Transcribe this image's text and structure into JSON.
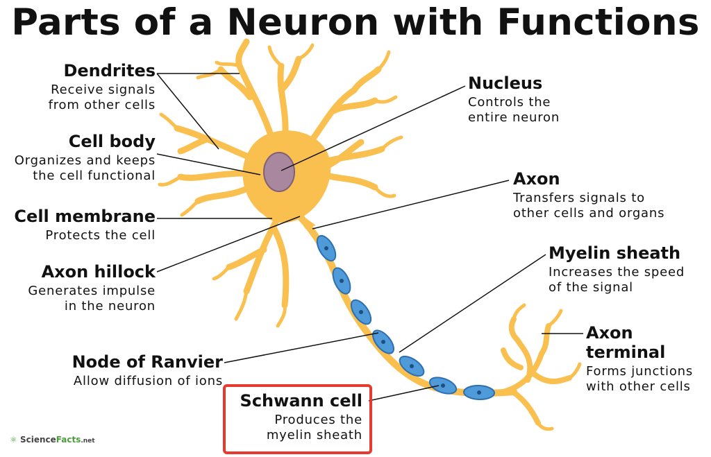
{
  "title": "Parts of a Neuron with Functions",
  "labels": {
    "dendrites": {
      "name": "Dendrites",
      "desc1": "Receive signals",
      "desc2": "from other cells"
    },
    "cell_body": {
      "name": "Cell body",
      "desc1": "Organizes and keeps",
      "desc2": "the cell functional"
    },
    "cell_membrane": {
      "name": "Cell membrane",
      "desc1": "Protects the cell"
    },
    "axon_hillock": {
      "name": "Axon hillock",
      "desc1": "Generates impulse",
      "desc2": "in the neuron"
    },
    "node_of_ranvier": {
      "name": "Node of Ranvier",
      "desc1": "Allow diffusion of ions"
    },
    "schwann_cell": {
      "name": "Schwann cell",
      "desc1": "Produces the",
      "desc2": "myelin sheath"
    },
    "nucleus": {
      "name": "Nucleus",
      "desc1": "Controls the",
      "desc2": "entire neuron"
    },
    "axon": {
      "name": "Axon",
      "desc1": "Transfers signals to",
      "desc2": "other cells and organs"
    },
    "myelin_sheath": {
      "name": "Myelin sheath",
      "desc1": "Increases the speed",
      "desc2": "of the signal"
    },
    "axon_terminal": {
      "name1": "Axon",
      "name2": "terminal",
      "desc1": "Forms junctions",
      "desc2": "with other cells"
    }
  },
  "logo": {
    "part1": "Science",
    "part2": "Facts",
    "part3": ".net"
  },
  "colors": {
    "cell": "#f9bf4f",
    "cell_outline": "#c98a1c",
    "nucleus": "#a8879f",
    "myelin": "#4f9ad8",
    "highlight": "#e63a2e"
  }
}
